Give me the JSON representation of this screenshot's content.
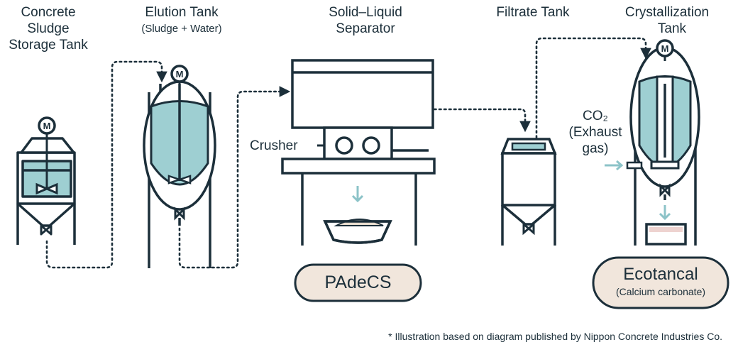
{
  "labels": {
    "storage_tank": [
      "Concrete",
      "Sludge",
      "Storage Tank"
    ],
    "elution_tank": "Elution Tank",
    "elution_tank_sub": "(Sludge + Water)",
    "separator": [
      "Solid–Liquid",
      "Separator"
    ],
    "filtrate_tank": "Filtrate Tank",
    "crystallization_tank": [
      "Crystallization",
      "Tank"
    ],
    "crusher": "Crusher",
    "co2": [
      "CO₂",
      "(Exhaust",
      "gas)"
    ],
    "motor_symbol": "M"
  },
  "products": {
    "padecs": "PAdeCS",
    "ecotancal": "Ecotancal",
    "ecotancal_sub": "(Calcium carbonate)"
  },
  "footnote": "* Illustration based on diagram published by Nippon Concrete Industries Co.",
  "colors": {
    "outline": "#1c2f3a",
    "liquid": "#9ecfd2",
    "arrow_light": "#8cc3c8",
    "product_fill": "#f1e6dc",
    "sediment": "#e9ddcf",
    "crystal": "#eed3d0"
  }
}
